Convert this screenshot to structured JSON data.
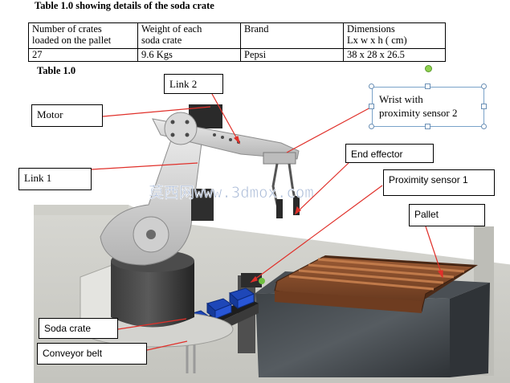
{
  "captions": {
    "top": "Table 1.0 showing details of the soda crate",
    "bottom": "Table 1.0"
  },
  "table": {
    "headers": [
      [
        "Number of crates",
        "loaded on the pallet"
      ],
      [
        "Weight of each",
        "soda crate"
      ],
      [
        "Brand"
      ],
      [
        "Dimensions",
        "Lx w x h ( cm)"
      ]
    ],
    "row": [
      "27",
      "9.6 Kgs",
      "Pepsi",
      "38 x 28 x 26.5"
    ]
  },
  "labels": {
    "motor": "Motor",
    "link2": "Link 2",
    "wrist_line1": "Wrist with",
    "wrist_line2": "proximity sensor 2",
    "end_effector": "End effector",
    "link1": "Link 1",
    "proximity1": "Proximity sensor 1",
    "pallet": "Pallet",
    "soda_crate": "Soda crate",
    "conveyor": "Conveyor belt"
  },
  "watermark": "莫西网www.3dmox.com",
  "colors": {
    "pointer": "#e0302a",
    "selection": "#7aa3c9",
    "rotate_handle": "#8fd14f",
    "crate": "#1e47b8",
    "pallet_wood": "#7a4628"
  }
}
